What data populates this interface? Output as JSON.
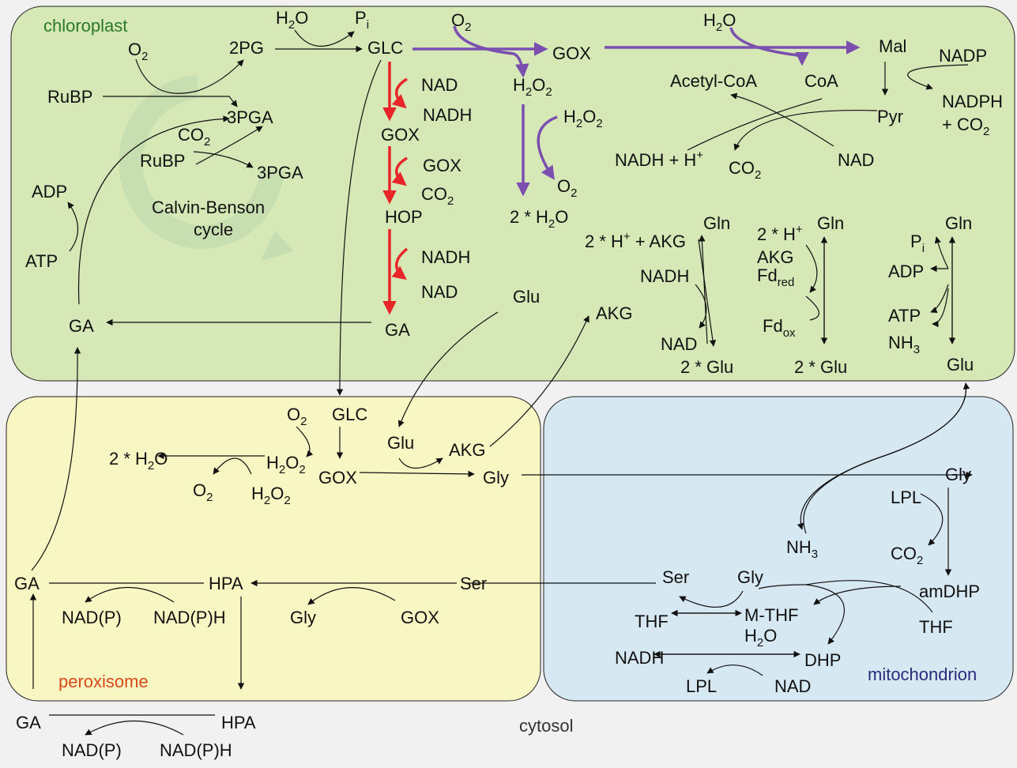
{
  "colors": {
    "chloroplast_fill": "#d6e8b6",
    "chloroplast_label": "#2a7a2a",
    "peroxisome_fill": "#f8f6c2",
    "peroxisome_label": "#d94a1c",
    "mitochondrion_fill": "#d6e8f2",
    "mitochondrion_label": "#2b2b7c",
    "cytosol_label": "#333333",
    "red_arrow": "#e8262a",
    "purple_arrow": "#7a4fb0",
    "black_arrow": "#111111"
  },
  "compartments": {
    "chloroplast": "chloroplast",
    "peroxisome": "peroxisome",
    "mitochondrion": "mitochondrion",
    "cytosol": "cytosol"
  },
  "labels": {
    "chl_o2_a": "O",
    "chl_o2_a_sub": "2",
    "chl_2pg": "2PG",
    "chl_rubp_1": "RuBP",
    "chl_3pga_1": "3PGA",
    "chl_co2_calvin": "CO",
    "chl_co2_calvin_sub": "2",
    "chl_rubp_2": "RuBP",
    "chl_3pga_2": "3PGA",
    "chl_calvin_1": "Calvin-Benson",
    "chl_calvin_2": "cycle",
    "chl_adp": "ADP",
    "chl_atp": "ATP",
    "chl_ga": "GA",
    "chl_h2o_top": "H",
    "chl_h2o_top_sub": "2",
    "chl_h2o_top_end": "O",
    "chl_pi": "P",
    "chl_pi_sub": "i",
    "chl_glc": "GLC",
    "chl_nad_1": "NAD",
    "chl_nadh_1": "NADH",
    "chl_gox_1": "GOX",
    "chl_gox_2": "GOX",
    "chl_co2_2": "CO",
    "chl_co2_2_sub": "2",
    "chl_hop": "HOP",
    "chl_nadh_2": "NADH",
    "chl_nad_2": "NAD",
    "chl_ga_2": "GA",
    "chl_o2_purple": "O",
    "chl_o2_purple_sub": "2",
    "chl_gox_3": "GOX",
    "chl_h2o2_1": "H",
    "chl_h2o2_1_sub": "2",
    "chl_h2o2_1_mid": "O",
    "chl_h2o2_1_sub2": "2",
    "chl_h2o2_2": "H",
    "chl_h2o2_2_sub": "2",
    "chl_h2o2_2_mid": "O",
    "chl_h2o2_2_sub2": "2",
    "chl_o2_3": "O",
    "chl_o2_3_sub": "2",
    "chl_2h2o": "2 * H",
    "chl_2h2o_sub": "2",
    "chl_2h2o_end": "O",
    "chl_h2o_right": "H",
    "chl_h2o_right_sub": "2",
    "chl_h2o_right_end": "O",
    "chl_acetylcoa": "Acetyl-CoA",
    "chl_coa": "CoA",
    "chl_mal": "Mal",
    "chl_nadp": "NADP",
    "chl_pyr": "Pyr",
    "chl_nadph": "NADPH",
    "chl_co2_pyr": "+ CO",
    "chl_co2_pyr_sub": "2",
    "chl_nadhh": "NADH + H",
    "chl_nadhh_sup": "+",
    "chl_co2_4": "CO",
    "chl_co2_4_sub": "2",
    "chl_nad_3": "NAD",
    "chl_glu": "Glu",
    "chl_akg": "AKG",
    "chl_2h_akg": "2 * H",
    "chl_2h_akg_sup": "+",
    "chl_2h_akg_end": " + AKG",
    "chl_gln_1": "Gln",
    "chl_nadh_3": "NADH",
    "chl_nad_4": "NAD",
    "chl_2glu_1": "2 * Glu",
    "chl_2h_2": "2 * H",
    "chl_2h_2_sup": "+",
    "chl_gln_2": "Gln",
    "chl_akg_2": "AKG",
    "chl_fdred": "Fd",
    "chl_fdred_sub": "red",
    "chl_fdox": "Fd",
    "chl_fdox_sub": "ox",
    "chl_2glu_2": "2 * Glu",
    "chl_gln_3": "Gln",
    "chl_pi_2": "P",
    "chl_pi_2_sub": "i",
    "chl_adp_2": "ADP",
    "chl_atp_2": "ATP",
    "chl_nh3": "NH",
    "chl_nh3_sub": "3",
    "chl_glu_3": "Glu",
    "per_o2": "O",
    "per_o2_sub": "2",
    "per_glc": "GLC",
    "per_2h2o": "2 * H",
    "per_2h2o_sub": "2",
    "per_2h2o_end": "O",
    "per_h2o2_1": "H",
    "per_h2o2_1_sub": "2",
    "per_h2o2_1_mid": "O",
    "per_h2o2_1_sub2": "2",
    "per_gox": "GOX",
    "per_o2_2": "O",
    "per_o2_2_sub": "2",
    "per_h2o2_2": "H",
    "per_h2o2_2_sub": "2",
    "per_h2o2_2_mid": "O",
    "per_h2o2_2_sub2": "2",
    "per_glu": "Glu",
    "per_akg": "AKG",
    "per_gly": "Gly",
    "per_ga": "GA",
    "per_hpa": "HPA",
    "per_nadp": "NAD(P)",
    "per_nadph": "NAD(P)H",
    "per_ser": "Ser",
    "per_gly_2": "Gly",
    "per_gox_2": "GOX",
    "cyt_ga": "GA",
    "cyt_hpa": "HPA",
    "cyt_nadp": "NAD(P)",
    "cyt_nadph": "NAD(P)H",
    "mit_gly": "Gly",
    "mit_lpl": "LPL",
    "mit_co2": "CO",
    "mit_co2_sub": "2",
    "mit_nh3": "NH",
    "mit_nh3_sub": "3",
    "mit_amdhp": "amDHP",
    "mit_ser": "Ser",
    "mit_gly_2": "Gly",
    "mit_thf_1": "THF",
    "mit_mthf": "M-THF",
    "mit_thf_2": "THF",
    "mit_h2o": "H",
    "mit_h2o_sub": "2",
    "mit_h2o_end": "O",
    "mit_nadh": "NADH",
    "mit_dhp": "DHP",
    "mit_lpl_2": "LPL",
    "mit_nad": "NAD"
  }
}
